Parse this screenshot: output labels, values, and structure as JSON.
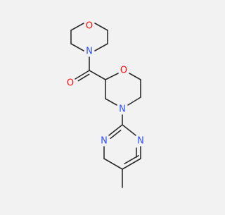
{
  "molecule": {
    "atom_labels": {
      "morpholine_amide_o": "O",
      "morpholine_amide_n": "N",
      "carbonyl_o": "O",
      "ring_o": "O",
      "ring_n": "N",
      "pyrimidine_n1": "N",
      "pyrimidine_n3": "N"
    },
    "colors": {
      "bond": "#2b2b2b",
      "oxygen": "#ff0d0d",
      "nitrogen": "#3050f8",
      "background": "#f2f2f2"
    }
  }
}
